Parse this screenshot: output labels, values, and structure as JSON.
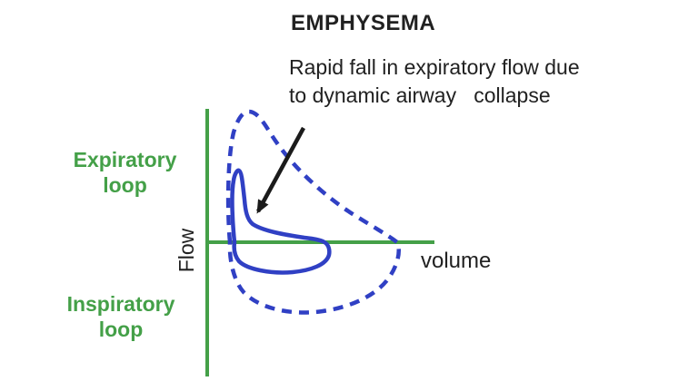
{
  "title": "EMPHYSEMA",
  "annotation": {
    "text": "Rapid fall in expiratory flow due\nto dynamic airway   collapse"
  },
  "labels": {
    "expiratory_loop": "Expiratory\nloop",
    "inspiratory_loop": "Inspiratory\nloop",
    "flow_axis": "Flow",
    "volume_axis": "volume"
  },
  "figure": {
    "loops": [
      {
        "id": "outer-loop",
        "line_style": "dashed",
        "color": "#3040c4"
      },
      {
        "id": "emphysema-loop",
        "line_style": "solid",
        "color": "#3040c4"
      }
    ],
    "axes": {
      "color": "#44a048"
    }
  },
  "colors": {
    "green": "#44a048",
    "blue": "#3040c4",
    "text": "#212121",
    "arrow": "#1b1b1b",
    "bg": "#ffffff"
  }
}
